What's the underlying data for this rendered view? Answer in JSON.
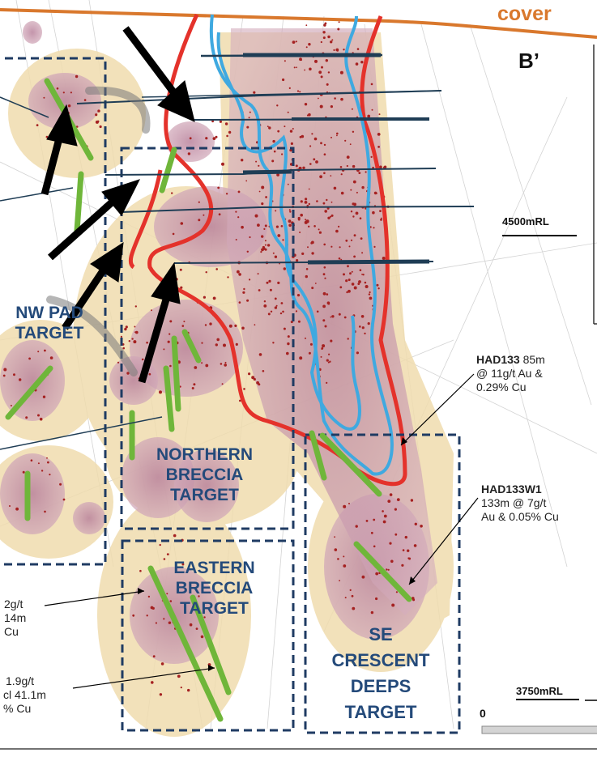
{
  "section": {
    "cover_label": "cover",
    "section_end_label": "B’",
    "colors": {
      "cover_line": "#d9782d",
      "cover_text": "#d9782d",
      "red_outline": "#e4322b",
      "blue_outline": "#3fa9e0",
      "target_box": "#1f3b63",
      "target_text": "#244a7a",
      "drill_highlight": "#7cc242",
      "drill_trace": "#1f3d55",
      "arrow": "#000000"
    }
  },
  "targets": [
    {
      "line1": "NW PAD",
      "line2": "TARGET"
    },
    {
      "line1": "NORTHERN",
      "line2": "BRECCIA",
      "line3": "TARGET"
    },
    {
      "line1": "EASTERN",
      "line2": "BRECCIA",
      "line3": "TARGET"
    },
    {
      "line1": "SE",
      "line2": "CRESCENT",
      "line3": "DEEPS",
      "line4": "TARGET"
    }
  ],
  "rl_labels": {
    "upper": "4500mRL",
    "lower": "3750mRL",
    "scale_zero": "0"
  },
  "annotations": {
    "had133": {
      "hole": "HAD133",
      "rest1": " 85m",
      "line2": "@ 11g/t Au &",
      "line3": "0.29% Cu"
    },
    "had133w1": {
      "hole": "HAD133W1",
      "line2": "133m @ 7g/t",
      "line3": "Au & 0.05% Cu"
    },
    "left_partial_1": {
      "line1": "2g/t",
      "line2": "14m",
      "line3": "Cu"
    },
    "left_partial_2": {
      "line1": "1.9g/t",
      "line2": "cl 41.1m",
      "line3": "% Cu"
    }
  }
}
